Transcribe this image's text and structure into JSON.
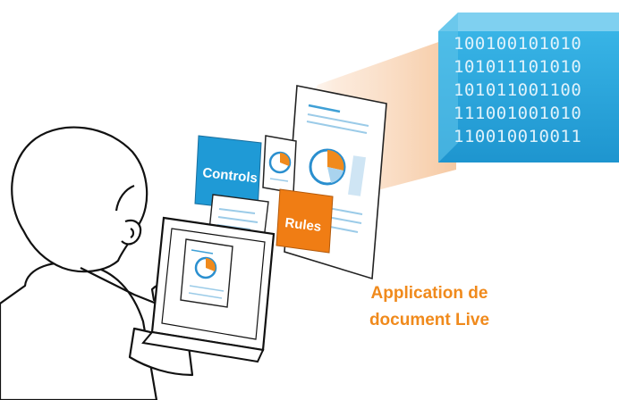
{
  "cards": {
    "controls": "Controls",
    "rules": "Rules"
  },
  "binary_rows": [
    "100100101010",
    "101011101010",
    "101011001100",
    "111001001010",
    "110010010011"
  ],
  "caption": {
    "line1": "Application de",
    "line2": "document Live"
  },
  "colors": {
    "accent_orange": "#f08a1c",
    "cube_blue": "#2aa6dc",
    "card_blue": "#1f9ad6",
    "card_orange": "#f07d14"
  }
}
